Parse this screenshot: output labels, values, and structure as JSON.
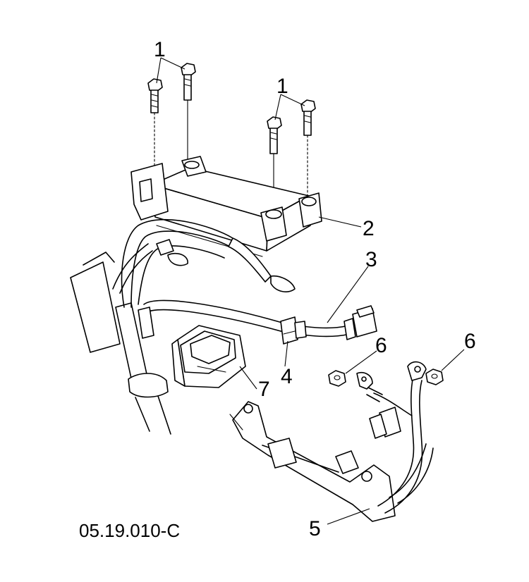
{
  "diagram": {
    "figure_code": "05.19.010-C",
    "callouts": {
      "c1a": "1",
      "c1b": "1",
      "c2": "2",
      "c3": "3",
      "c4": "4",
      "c5": "5",
      "c6a": "6",
      "c6b": "6",
      "c7": "7"
    }
  }
}
